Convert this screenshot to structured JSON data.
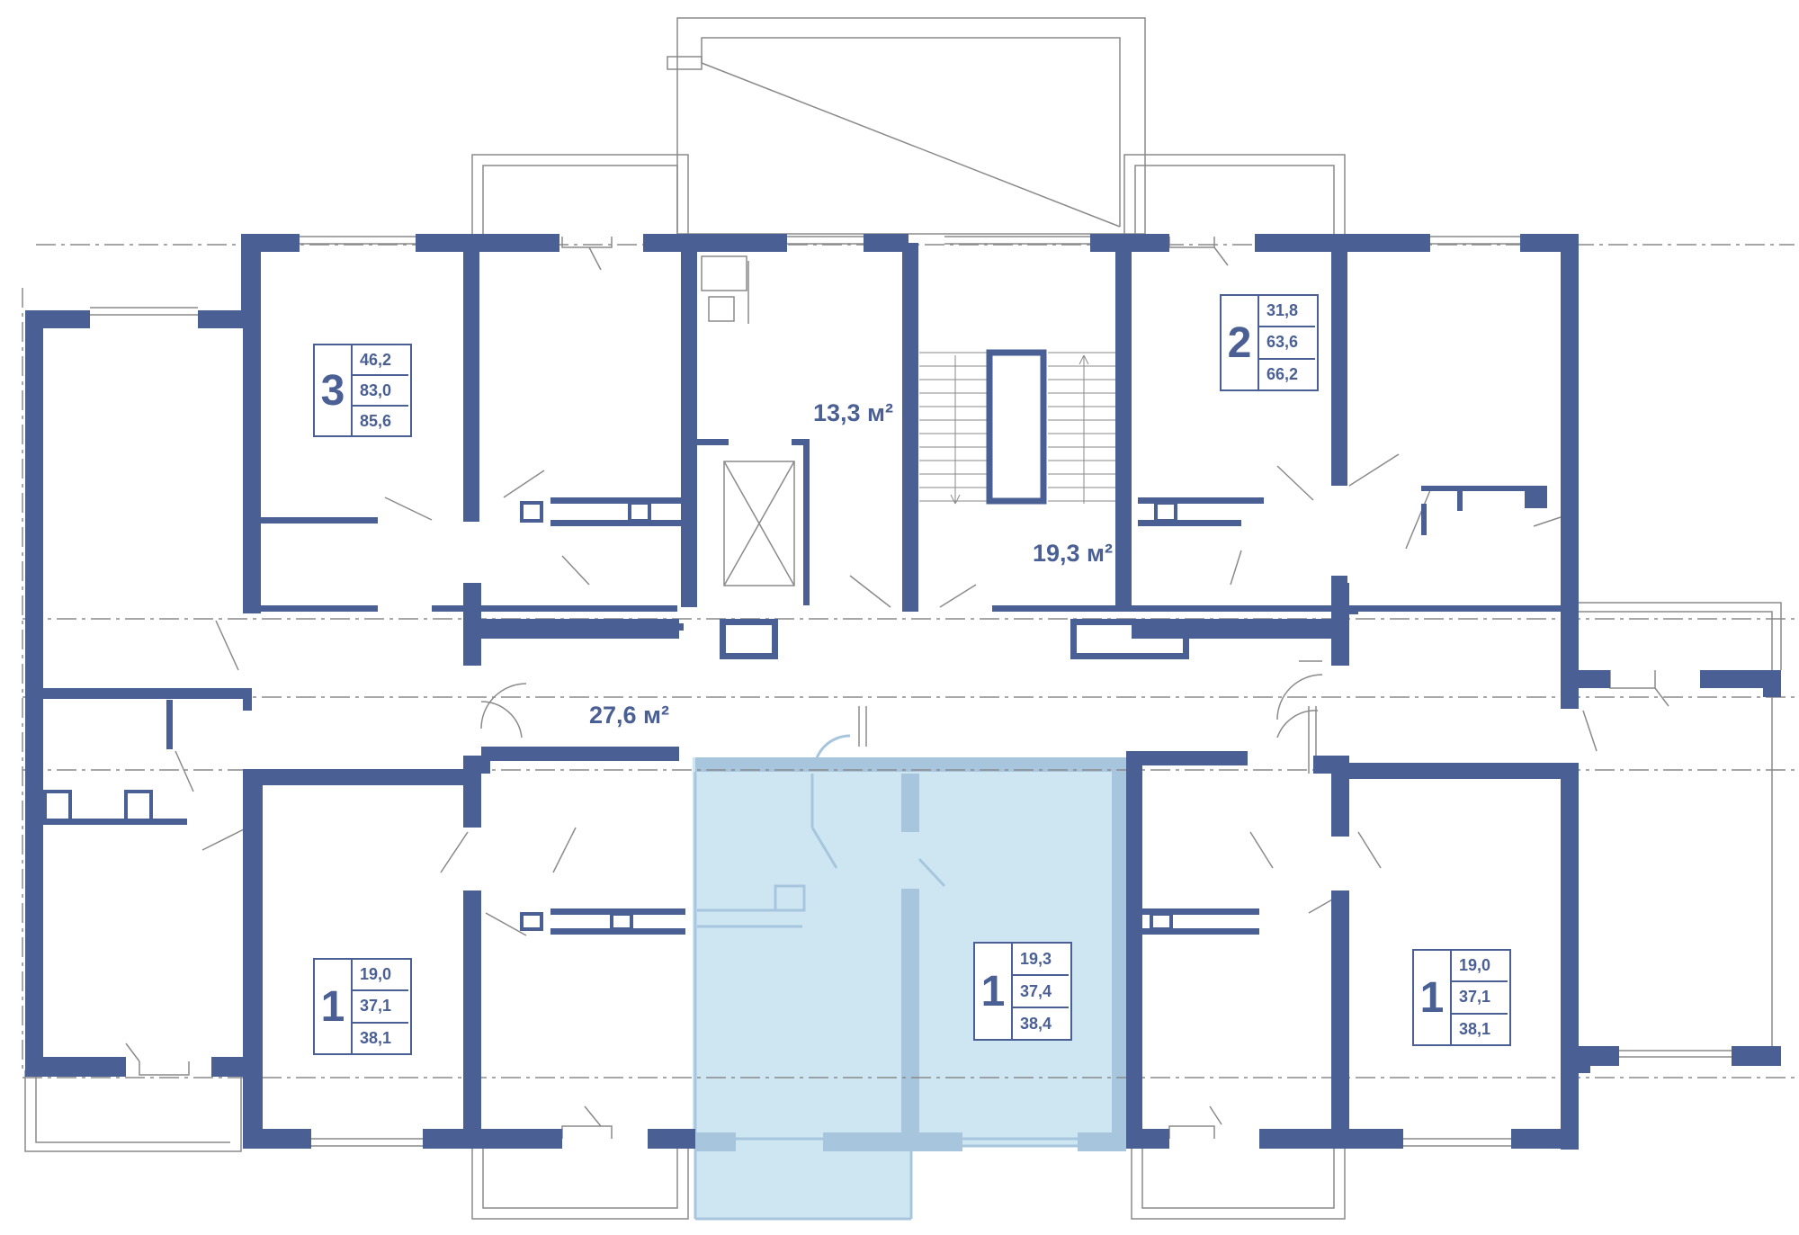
{
  "colors": {
    "wall": "#4a5f94",
    "label": "#4a5f94",
    "highlight_fill": "#cde6f2",
    "highlight_wall": "#a7c6de",
    "thin_line": "#8a8a8a"
  },
  "common_areas": [
    {
      "label": "13,3 м²"
    },
    {
      "label": "19,3 м²"
    },
    {
      "label": "27,6 м²"
    }
  ],
  "apartments": [
    {
      "rooms": "3",
      "living": "46,2",
      "total": "83,0",
      "total_with_balcony": "85,6",
      "highlighted": false
    },
    {
      "rooms": "2",
      "living": "31,8",
      "total": "63,6",
      "total_with_balcony": "66,2",
      "highlighted": false
    },
    {
      "rooms": "1",
      "living": "19,0",
      "total": "37,1",
      "total_with_balcony": "38,1",
      "highlighted": false
    },
    {
      "rooms": "1",
      "living": "19,3",
      "total": "37,4",
      "total_with_balcony": "38,4",
      "highlighted": true
    },
    {
      "rooms": "1",
      "living": "19,0",
      "total": "37,1",
      "total_with_balcony": "38,1",
      "highlighted": false
    }
  ]
}
